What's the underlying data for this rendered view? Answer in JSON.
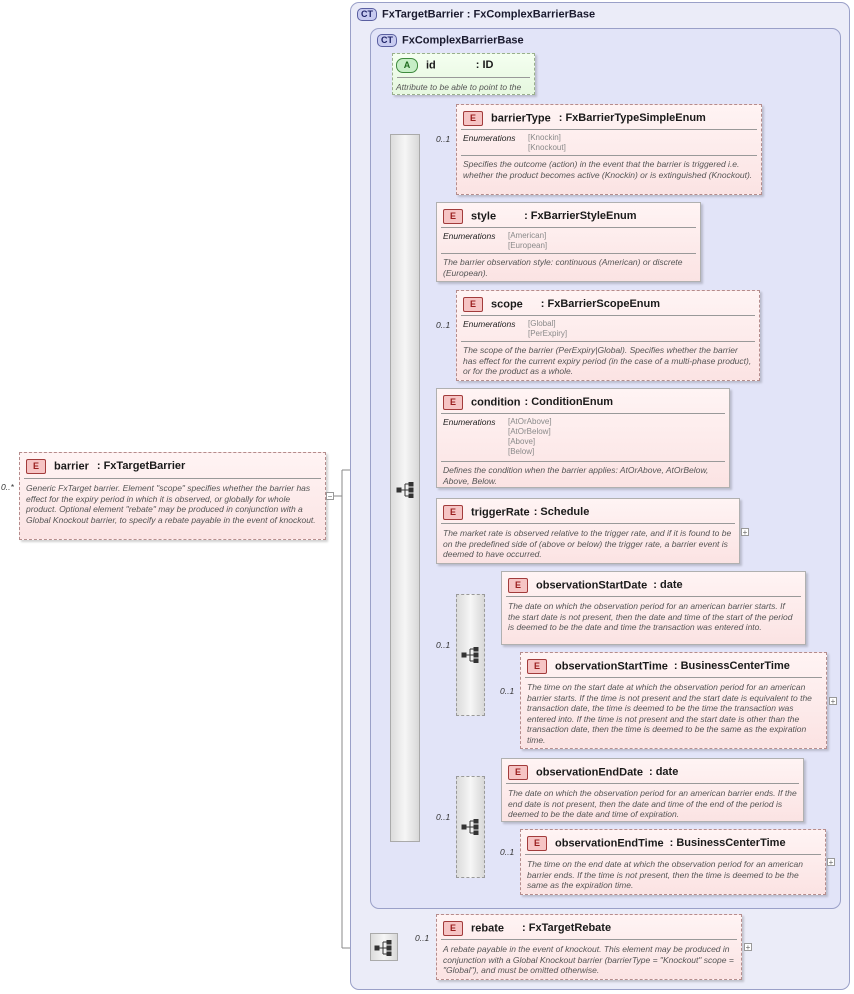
{
  "outer_type": {
    "badge": "CT",
    "label": "FxTargetBarrier : FxComplexBarrierBase"
  },
  "inner_type": {
    "badge": "CT",
    "label": "FxComplexBarrierBase"
  },
  "barrier": {
    "badge": "E",
    "name": "barrier",
    "type": ": FxTargetBarrier",
    "cardinality": "0..*",
    "doc": "Generic FxTarget barrier. Element \"scope\" specifies whether the barrier has effect for the expiry period in which it is observed, or globally for whole product. Optional element \"rebate\" may be produced in conjunction with a Global Knockout barrier, to specify a rebate payable in the event of knockout."
  },
  "id_attr": {
    "badge": "A",
    "name": "id",
    "type": ": ID",
    "doc": "Attribute to be able to point to the"
  },
  "enum_label": "Enumerations",
  "elements": {
    "barrierType": {
      "badge": "E",
      "name": "barrierType",
      "type": ": FxBarrierTypeSimpleEnum",
      "cardinality": "0..1",
      "enums": [
        "[Knockin]",
        "[Knockout]"
      ],
      "doc": "Specifies the outcome (action) in the event that the barrier is triggered i.e. whether the product becomes active (Knockin) or is extinguished (Knockout)."
    },
    "style": {
      "badge": "E",
      "name": "style",
      "type": ": FxBarrierStyleEnum",
      "enums": [
        "[American]",
        "[European]"
      ],
      "doc": "The barrier observation style: continuous (American) or discrete (European)."
    },
    "scope": {
      "badge": "E",
      "name": "scope",
      "type": ": FxBarrierScopeEnum",
      "cardinality": "0..1",
      "enums": [
        "[Global]",
        "[PerExpiry]"
      ],
      "doc": "The scope of the barrier (PerExpiry|Global). Specifies whether the barrier has effect for the current expiry period (in the case of a multi-phase product), or for the product as a whole."
    },
    "condition": {
      "badge": "E",
      "name": "condition",
      "type": ": ConditionEnum",
      "enums": [
        "[AtOrAbove]",
        "[AtOrBelow]",
        "[Above]",
        "[Below]"
      ],
      "doc": "Defines the condition when the barrier applies: AtOrAbove, AtOrBelow, Above, Below."
    },
    "triggerRate": {
      "badge": "E",
      "name": "triggerRate",
      "type": ": Schedule",
      "doc": "The market rate is observed relative to the trigger rate, and if it is found to be on the predefined side of (above or below) the trigger rate, a barrier event is deemed to have occurred."
    },
    "observationStartDate": {
      "badge": "E",
      "name": "observationStartDate",
      "type": ": date",
      "doc": "The date on which the observation period for an american barrier starts. If the start date is not present, then the date and time of the start of the period is deemed to be the date and time the transaction was entered into."
    },
    "observationStartTime": {
      "badge": "E",
      "name": "observationStartTime",
      "type": ": BusinessCenterTime",
      "cardinality": "0..1",
      "doc": "The time on the start date at which the observation period for an american barrier starts. If the time is not present and the start date is equivalent to the transaction date, the time is deemed to be the time the transaction was entered into. If the time is not present and the start date is other than the transaction date, then the time is deemed to be the same as the expiration time."
    },
    "observationEndDate": {
      "badge": "E",
      "name": "observationEndDate",
      "type": ": date",
      "doc": "The date on which the observation period for an american barrier ends. If the end date is not present, then the date and time of the end of the period is deemed to be the date and time of expiration."
    },
    "observationEndTime": {
      "badge": "E",
      "name": "observationEndTime",
      "type": ": BusinessCenterTime",
      "cardinality": "0..1",
      "doc": "The time on the end date at which the observation period for an american barrier ends. If the time is not present, then the time is deemed to be the same as the expiration time."
    },
    "rebate": {
      "badge": "E",
      "name": "rebate",
      "type": ": FxTargetRebate",
      "cardinality": "0..1",
      "doc": "A rebate payable in the event of knockout. This element may be produced in conjunction with a Global Knockout barrier (barrierType = \"Knockout\" scope = \"Global\"), and must be omitted otherwise."
    }
  },
  "groups": {
    "obs_start_cardinality": "0..1",
    "obs_end_cardinality": "0..1"
  },
  "icons": {
    "sequence": "sequence-compositor-icon",
    "expand": "expand-plus-icon",
    "collapse": "collapse-minus-icon"
  },
  "colors": {
    "element_fill": "#fbe3e3",
    "element_badge": "#f6c4c4",
    "attribute_fill": "#e6f7df",
    "complex_type_fill": "#e2e4f8"
  }
}
